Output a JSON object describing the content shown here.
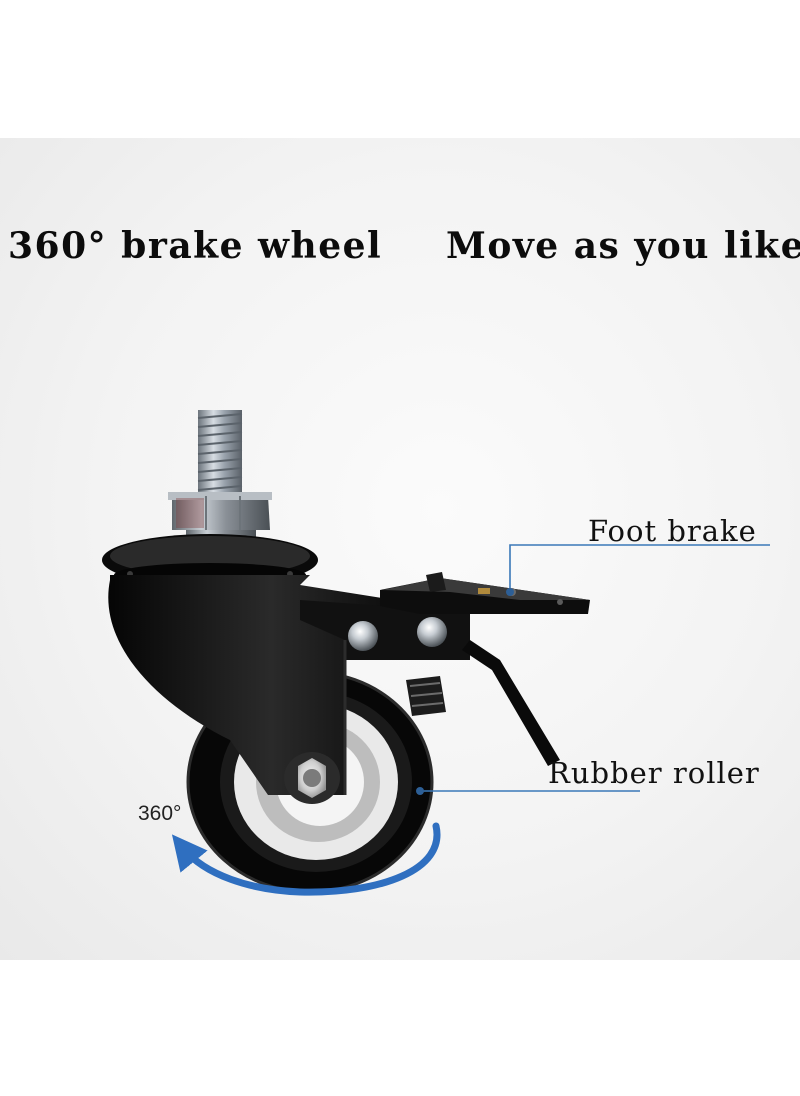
{
  "headline": {
    "left": "360° brake wheel",
    "right": "Move as you like"
  },
  "callouts": {
    "foot_brake": "Foot brake",
    "rubber_roller": "Rubber roller"
  },
  "rotation": {
    "label": "360°"
  },
  "colors": {
    "callout_line": "#3a78b8",
    "arrow": "#2f6fc0",
    "wheel_black": "#0b0b0b",
    "bolt_steel": "#9aa3ad"
  }
}
